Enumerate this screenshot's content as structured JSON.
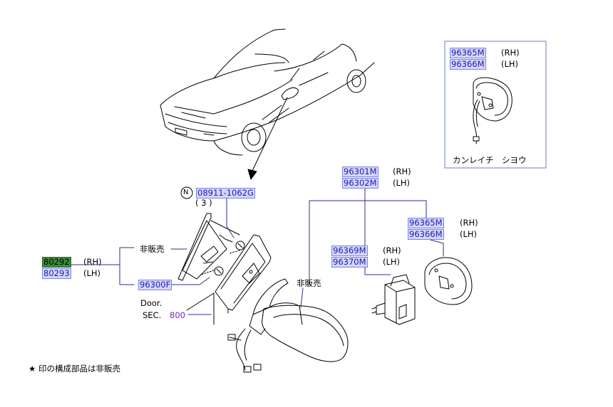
{
  "parts": {
    "fastener": "08911-1062G",
    "fastener_qty": "( 3 )",
    "circle_letter": "N",
    "cover_rh": "80292",
    "cover_lh": "80293",
    "mirror_assy_base": "96300F",
    "mirror_rh": "96301M",
    "mirror_lh": "96302M",
    "glass_rh": "96365M",
    "glass_lh": "96366M",
    "actuator_rh": "96369M",
    "actuator_lh": "96370M",
    "inset_rh": "96365M",
    "inset_lh": "96366M"
  },
  "labels": {
    "rh": "(RH)",
    "lh": "(LH)",
    "not_sold": "非販売",
    "door": "Door.",
    "sec_prefix": "SEC.",
    "sec_num": "800",
    "inset_caption": "カンレイチ　シヨウ",
    "footnote": "★ 印の構成部品は非販売"
  },
  "colors": {
    "link_fill": "#d4d6ff",
    "link_text": "#1a1aa8",
    "highlight": "#3c8b3c",
    "section_link": "#7b22c9",
    "frame": "#6b7fc4"
  }
}
